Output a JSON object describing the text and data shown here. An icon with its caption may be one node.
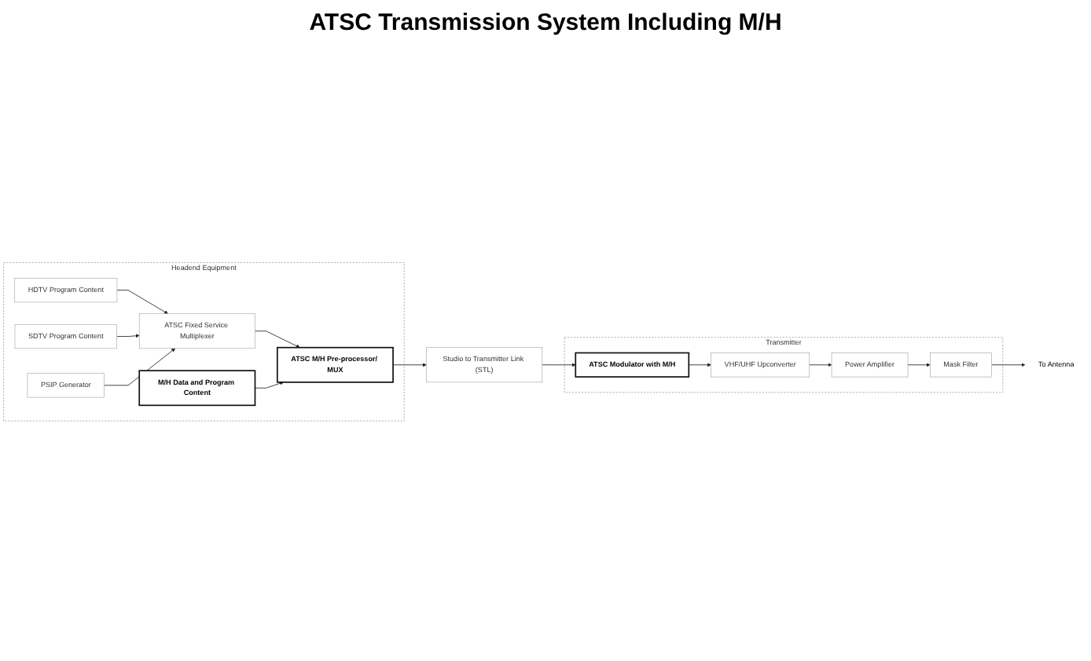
{
  "diagram": {
    "title": "ATSC Transmission System Including M/H",
    "nodes": [
      {
        "text": [
          "Headend Equipment"
        ]
      },
      {
        "text": [
          "HDTV Program Content"
        ],
        "in": 0
      },
      {
        "text": [
          "SDTV Program Content"
        ],
        "in": 0
      },
      {
        "text": [
          "PSIP Generator"
        ],
        "in": 0
      },
      {
        "text": [
          "M/H Data and Program Content"
        ],
        "in": 0
      },
      {
        "text": [
          "ATSC Fixed Service Multiplexer"
        ],
        "in": 0
      },
      {
        "text": [
          "ATSC M/H Pre-processor/ MUX"
        ],
        "in": 0
      },
      {
        "text": [
          "Studio to Transmitter Link (STL)"
        ]
      },
      {
        "text": [
          "Transmitter"
        ]
      },
      {
        "text": [
          "Mask Filter"
        ],
        "in": 8
      },
      {
        "text": [
          "Power Amplifier"
        ],
        "in": 8
      },
      {
        "text": [
          "VHF/UHF Upconverter"
        ],
        "in": 8
      },
      {
        "text": [
          "ATSC Modulator with M/H"
        ],
        "in": 8
      },
      {
        "text": [
          "To Antenna"
        ]
      }
    ],
    "edges": [
      {
        "from": 1,
        "to": 5,
        "arrow": "to"
      },
      {
        "from": 2,
        "to": 5,
        "arrow": "to"
      },
      {
        "from": 3,
        "to": 5,
        "arrow": "to"
      },
      {
        "from": 5,
        "to": 6,
        "arrow": "to"
      },
      {
        "from": 4,
        "to": 6,
        "arrow": "to"
      },
      {
        "from": 6,
        "to": 7,
        "arrow": "to"
      },
      {
        "from": 7,
        "to": 12,
        "arrow": "to"
      },
      {
        "from": 12,
        "to": 11,
        "arrow": "to"
      },
      {
        "from": 11,
        "to": 10,
        "arrow": "to"
      },
      {
        "from": 10,
        "to": 9,
        "arrow": "to"
      },
      {
        "from": 9,
        "to": 13,
        "arrow": "to"
      }
    ]
  }
}
